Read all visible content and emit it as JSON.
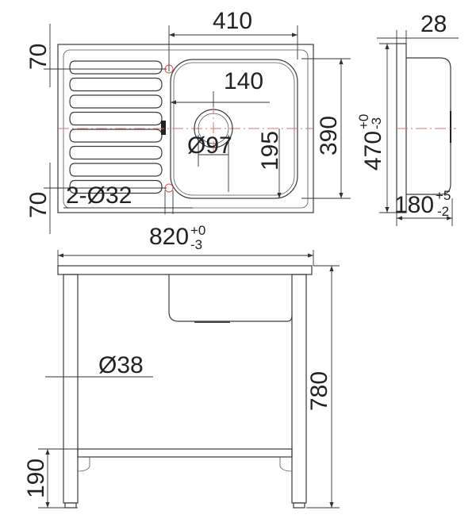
{
  "colors": {
    "line": "#3a3a3a",
    "centerline": "#e07070",
    "hole": "#e05050"
  },
  "top_view": {
    "width_bowl": "410",
    "edge_top": "70",
    "edge_bottom": "70",
    "drain_offset": "140",
    "bowl_length": "390",
    "drain_diameter": "Ø97",
    "drain_half": "195",
    "overall_depth": {
      "value": "470",
      "upper_tol": "+0",
      "lower_tol": "-3"
    },
    "tap_holes": "2-Ø32",
    "overall_width": {
      "value": "820",
      "upper_tol": "+0",
      "lower_tol": "-3"
    }
  },
  "side_view": {
    "rim": "28",
    "bowl_depth": {
      "value": "180",
      "upper_tol": "+5",
      "lower_tol": "-2"
    }
  },
  "front_view": {
    "leg_diameter": "Ø38",
    "height": "780",
    "shelf_height": "190"
  }
}
